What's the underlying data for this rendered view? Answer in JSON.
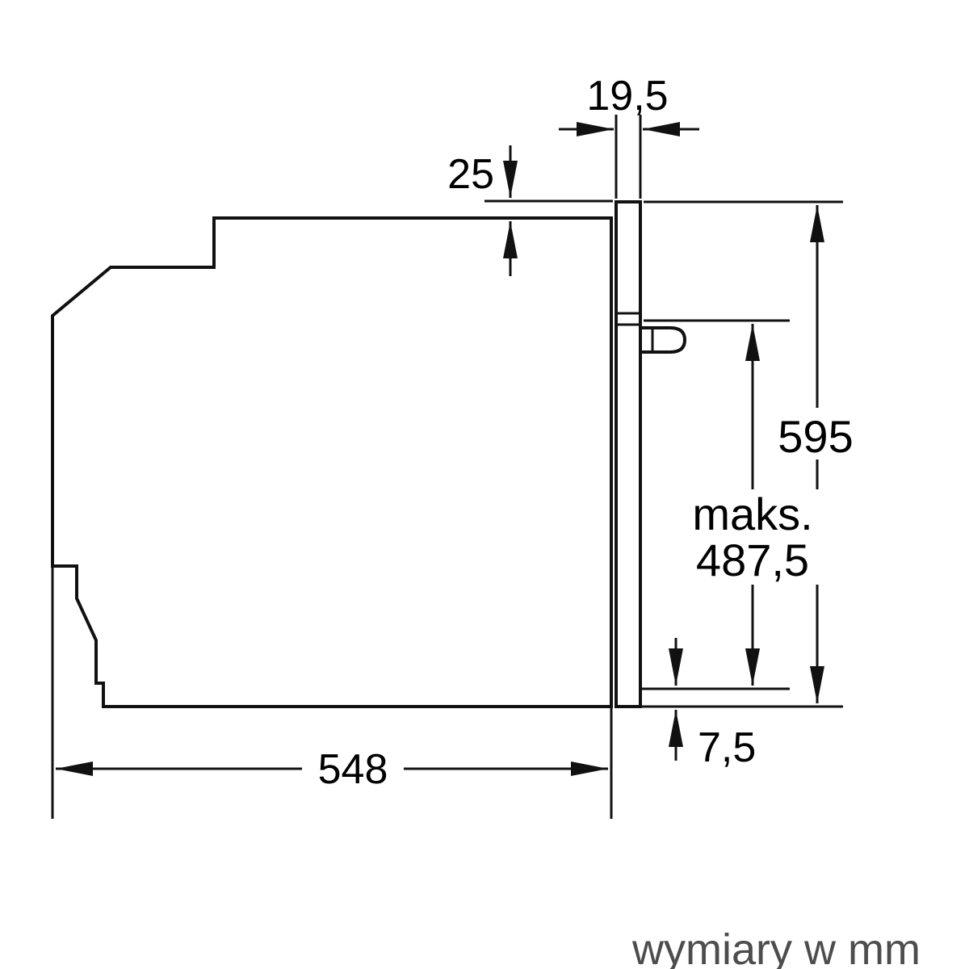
{
  "diagram": {
    "caption": "wymiary w mm",
    "dimensions": {
      "panel_thickness": "19,5",
      "top_clearance": "25",
      "total_height": "595",
      "max_prefix": "maks.",
      "max_height": "487,5",
      "bottom_clearance": "7,5",
      "depth": "548"
    },
    "colors": {
      "line": "#111111",
      "caption_text": "#4d4d4d",
      "background": "#ffffff"
    }
  }
}
